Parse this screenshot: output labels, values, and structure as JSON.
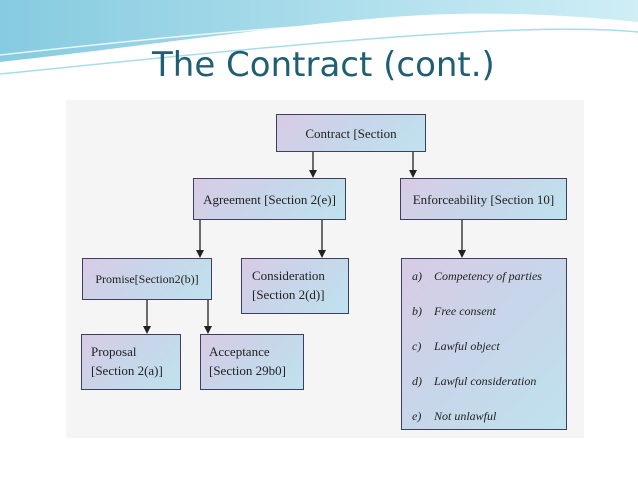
{
  "slide": {
    "title": "The Contract (cont.)"
  },
  "diagram": {
    "contract": "Contract [Section",
    "agreement": "Agreement [Section 2(e)]",
    "enforceability": "Enforceability  [Section 10]",
    "promise": "Promise[Section2(b)]",
    "consideration": {
      "line1": "Consideration",
      "line2": "[Section 2(d)]"
    },
    "proposal": {
      "line1": "Proposal",
      "line2": "[Section 2(a)]"
    },
    "acceptance": {
      "line1": "Acceptance",
      "line2": "[Section 29b0]"
    },
    "conditions": [
      {
        "key": "a)",
        "text": "Competency of parties"
      },
      {
        "key": "b)",
        "text": "Free consent"
      },
      {
        "key": "c)",
        "text": "Lawful object"
      },
      {
        "key": "d)",
        "text": "Lawful consideration"
      },
      {
        "key": "e)",
        "text": "Not unlawful"
      }
    ]
  },
  "colors": {
    "title": "#1f5f73",
    "arrow": "#222222",
    "box_border": "#3e3e60"
  }
}
